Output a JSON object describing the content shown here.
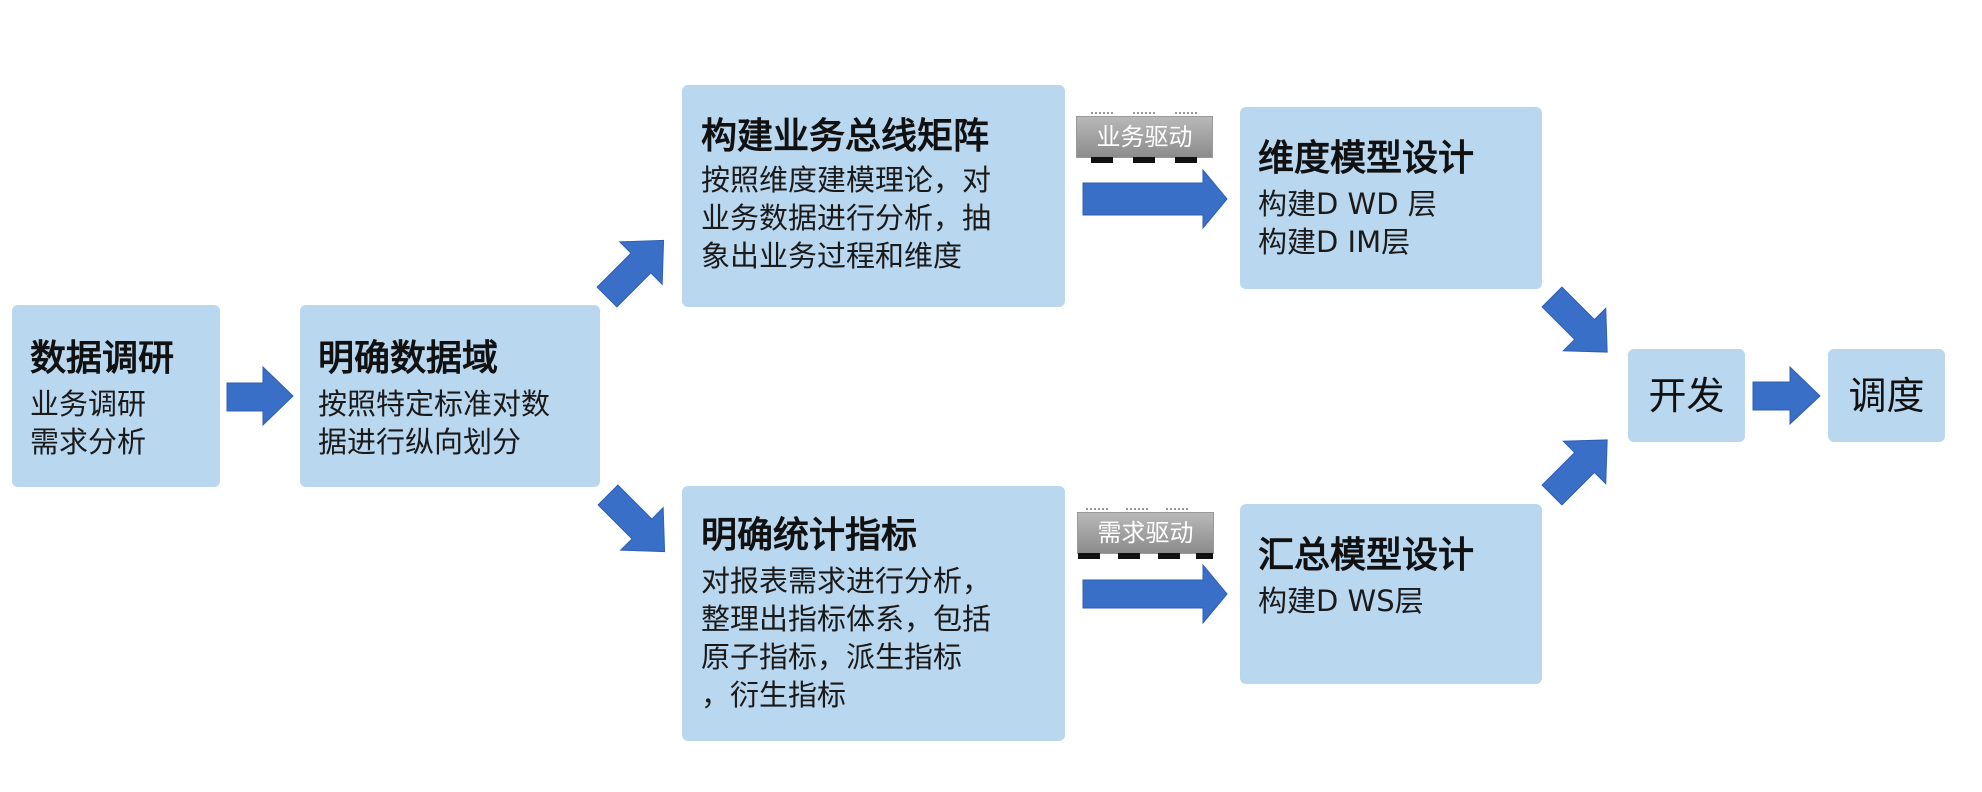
{
  "nodes": {
    "research": {
      "title": "数据调研",
      "lines": [
        "业务调研",
        "需求分析"
      ]
    },
    "domain": {
      "title": "明确数据域",
      "lines": [
        "按照特定标准对数",
        "据进行纵向划分"
      ]
    },
    "bus_matrix": {
      "title": "构建业务总线矩阵",
      "lines": [
        "按照维度建模理论，对",
        "业务数据进行分析，抽",
        "象出业务过程和维度"
      ]
    },
    "metrics": {
      "title": "明确统计指标",
      "lines": [
        "对报表需求进行分析，",
        "整理出指标体系，包括",
        "原子指标，派生指标",
        "，衍生指标"
      ]
    },
    "dim_model": {
      "title": "维度模型设计",
      "lines": [
        "构建D WD 层",
        "构建D IM层"
      ]
    },
    "agg_model": {
      "title": "汇总模型设计",
      "lines": [
        "构建D WS层"
      ]
    },
    "develop": {
      "title": "开发"
    },
    "schedule": {
      "title": "调度"
    }
  },
  "badges": {
    "business_driven": "业务驱动",
    "demand_driven": "需求驱动"
  },
  "colors": {
    "box_fill": "#b9d7ef",
    "arrow_fill": "#3a6fc8",
    "badge_fill": "#9e9e9e",
    "text": "#111111"
  }
}
